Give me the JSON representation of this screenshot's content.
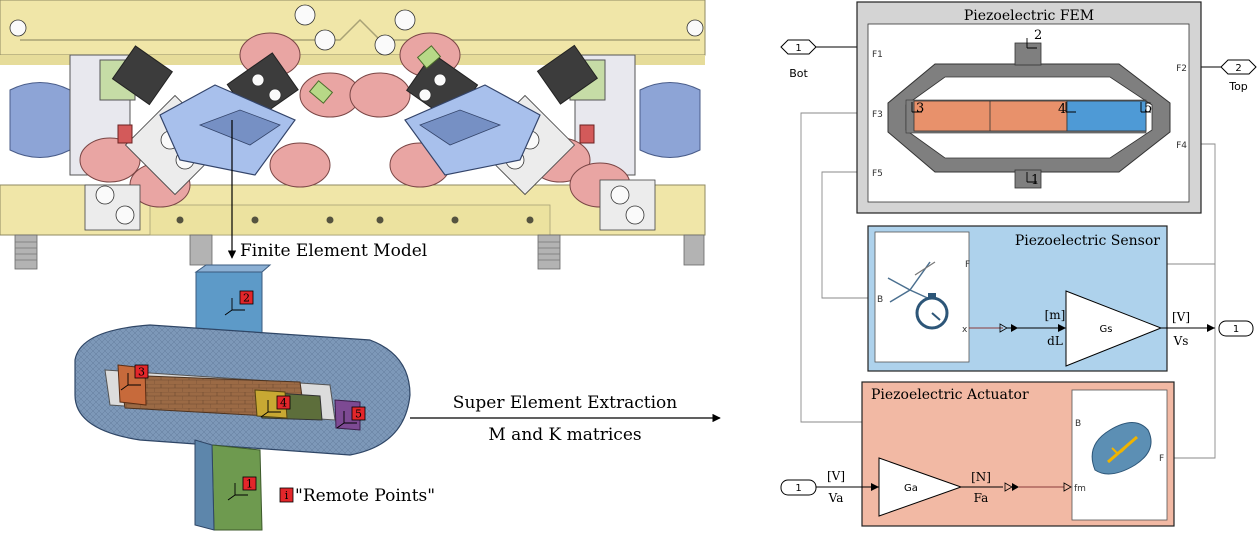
{
  "left_panel": {
    "fem_label": "Finite Element Model",
    "remote_points_label": "\"Remote Points\"",
    "remote_points_marker": "i",
    "remote_point_ids": [
      "1",
      "2",
      "3",
      "4",
      "5"
    ],
    "extraction_label": "Super Element Extraction",
    "matrices_label": "M and K matrices"
  },
  "fem_block": {
    "title": "Piezoelectric FEM",
    "ports_left": [
      "F1",
      "F3",
      "F5"
    ],
    "ports_right": [
      "F2",
      "F4"
    ],
    "node_labels": [
      "2",
      "3",
      "4",
      "5",
      "1"
    ]
  },
  "inputs": {
    "bot": {
      "number": "1",
      "label": "Bot"
    },
    "top": {
      "number": "2",
      "label": "Top"
    },
    "va": {
      "number": "1",
      "signal": "Va",
      "unit": "[V]"
    }
  },
  "sensor_block": {
    "title": "Piezoelectric Sensor",
    "port_f": "F",
    "port_b": "B",
    "port_x": "x",
    "gain": "Gs",
    "in_unit": "[m]",
    "in_signal": "dL",
    "out_unit": "[V]",
    "out_signal": "Vs",
    "outport_number": "1"
  },
  "actuator_block": {
    "title": "Piezoelectric Actuator",
    "port_b": "B",
    "port_f": "F",
    "port_fm": "fm",
    "gain": "Ga",
    "out_unit": "[N]",
    "out_signal": "Fa"
  },
  "colors": {
    "frame_yellow": "#f0e6a8",
    "strut_pink": "#e9a5a3",
    "mesh_blue": "#6d8fb8",
    "piezo_orange": "#e8916b",
    "piezo_blue": "#4e9ad6",
    "sensor_bg": "#aed2ec",
    "actuator_bg": "#f2b9a4",
    "fem_bg": "#d4d4d4",
    "remote_point_red": "#e3262a"
  }
}
